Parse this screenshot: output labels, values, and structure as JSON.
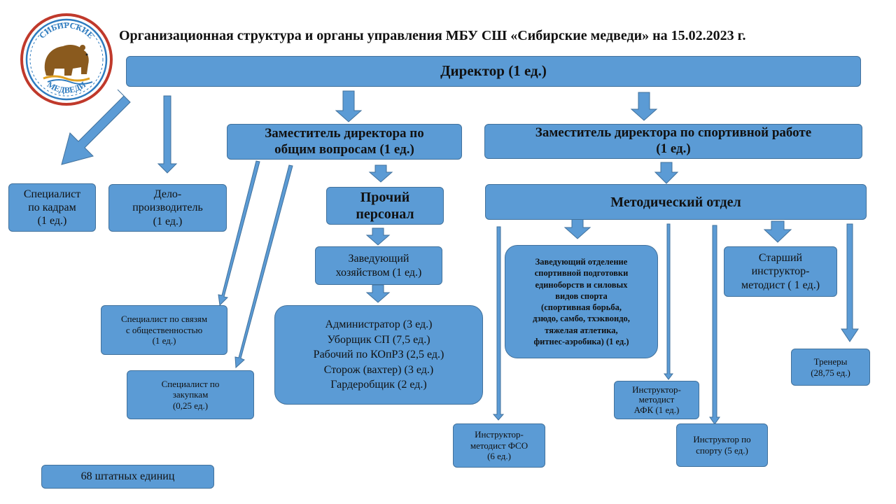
{
  "title": "Организационная структура и органы управления МБУ СШ «Сибирские медведи» на 15.02.2023 г.",
  "logo": {
    "top_text": "СИБИРСКИЕ",
    "bottom_text": "МЕДВЕДИ"
  },
  "director": "Директор (1 ед.)",
  "deputy_general": {
    "line1": "Заместитель директора по",
    "line2": "общим вопросам (1 ед.)"
  },
  "deputy_sport": {
    "line1": "Заместитель директора по спортивной работе",
    "line2": "(1 ед.)"
  },
  "hr": {
    "line1": "Специалист",
    "line2": "по кадрам",
    "line3": "(1 ед.)"
  },
  "clerk": {
    "line1": "Дело-",
    "line2": "производитель",
    "line3": "(1 ед.)"
  },
  "other_staff": {
    "line1": "Прочий",
    "line2": "персонал"
  },
  "housekeeping": {
    "line1": "Заведующий",
    "line2": "хозяйством (1 ед.)"
  },
  "staff_list": [
    "Администратор (3 ед.)",
    "Уборщик СП (7,5 ед.)",
    "Рабочий по КОпРЗ (2,5 ед.)",
    "Сторож (вахтер) (3 ед.)",
    "Гардеробщик (2 ед.)"
  ],
  "pr": {
    "line1": "Специалист по связям",
    "line2": "с общественностью",
    "line3": "(1 ед.)"
  },
  "procurement": {
    "line1": "Специалист по",
    "line2": "закупкам",
    "line3": "(0,25 ед.)"
  },
  "method_dept": "Методический отдел",
  "head_combat": [
    "Заведующий отделение",
    "спортивной подготовки",
    "единоборств и силовых",
    "видов спорта",
    "(спортивная борьба,",
    "дзюдо, самбо, тхэквондо,",
    "тяжелая атлетика,",
    "фитнес-аэробика) (1 ед.)"
  ],
  "senior_instructor": {
    "line1": "Старший",
    "line2": "инструктор-",
    "line3": "методист ( 1 ед.)"
  },
  "instructor_fso": {
    "line1": "Инструктор-",
    "line2": "методист ФСО",
    "line3": "(6 ед.)"
  },
  "instructor_afk": {
    "line1": "Инструктор-",
    "line2": "методист",
    "line3": "АФК (1 ед.)"
  },
  "instructor_sport": {
    "line1": "Инструктор по",
    "line2": "спорту (5 ед.)"
  },
  "coaches": {
    "line1": "Тренеры",
    "line2": "(28,75 ед.)"
  },
  "total": "68 штатных единиц",
  "colors": {
    "box_fill": "#5b9bd5",
    "box_border": "#41719c",
    "logo_red": "#c0392b",
    "logo_blue": "#2e7bbf",
    "bear": "#8a5a1e"
  }
}
